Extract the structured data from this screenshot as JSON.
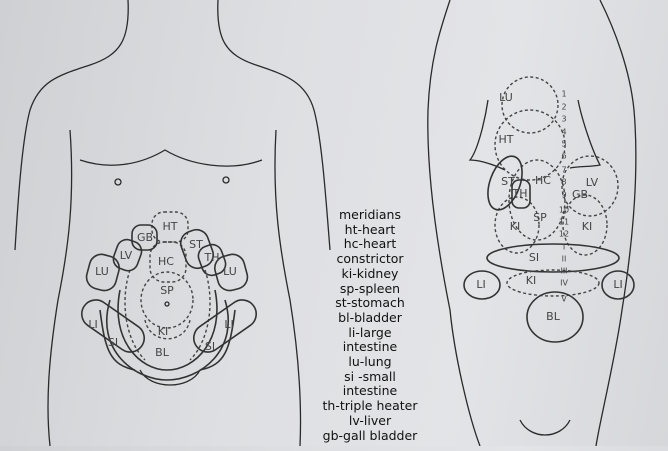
{
  "front_labels": [
    "HT",
    "GB",
    "LV",
    "ST",
    "TH",
    "HC",
    "LU",
    "LU",
    "SP",
    "LI",
    "LI",
    "KI",
    "SI",
    "SI",
    "BL"
  ],
  "back_labels": [
    "LU",
    "HT",
    "ST",
    "HC",
    "LV",
    "TH",
    "GB",
    "SP",
    "KI",
    "KI",
    "SI",
    "KI",
    "LI",
    "LI",
    "BL"
  ],
  "vertebra_numbers": [
    "1",
    "2",
    "3",
    "4",
    "5",
    "6",
    "7",
    "8",
    "9",
    "10",
    "11",
    "12",
    "I",
    "II",
    "III",
    "IV",
    "V"
  ],
  "legend": [
    "meridians",
    "ht-heart",
    "hc-heart",
    "constrictor",
    "ki-kidney",
    "sp-spleen",
    "st-stomach",
    "bl-bladder",
    "li-large",
    "intestine",
    "lu-lung",
    "si -small",
    "intestine",
    "th-triple heater",
    "lv-liver",
    "gb-gall bladder"
  ]
}
